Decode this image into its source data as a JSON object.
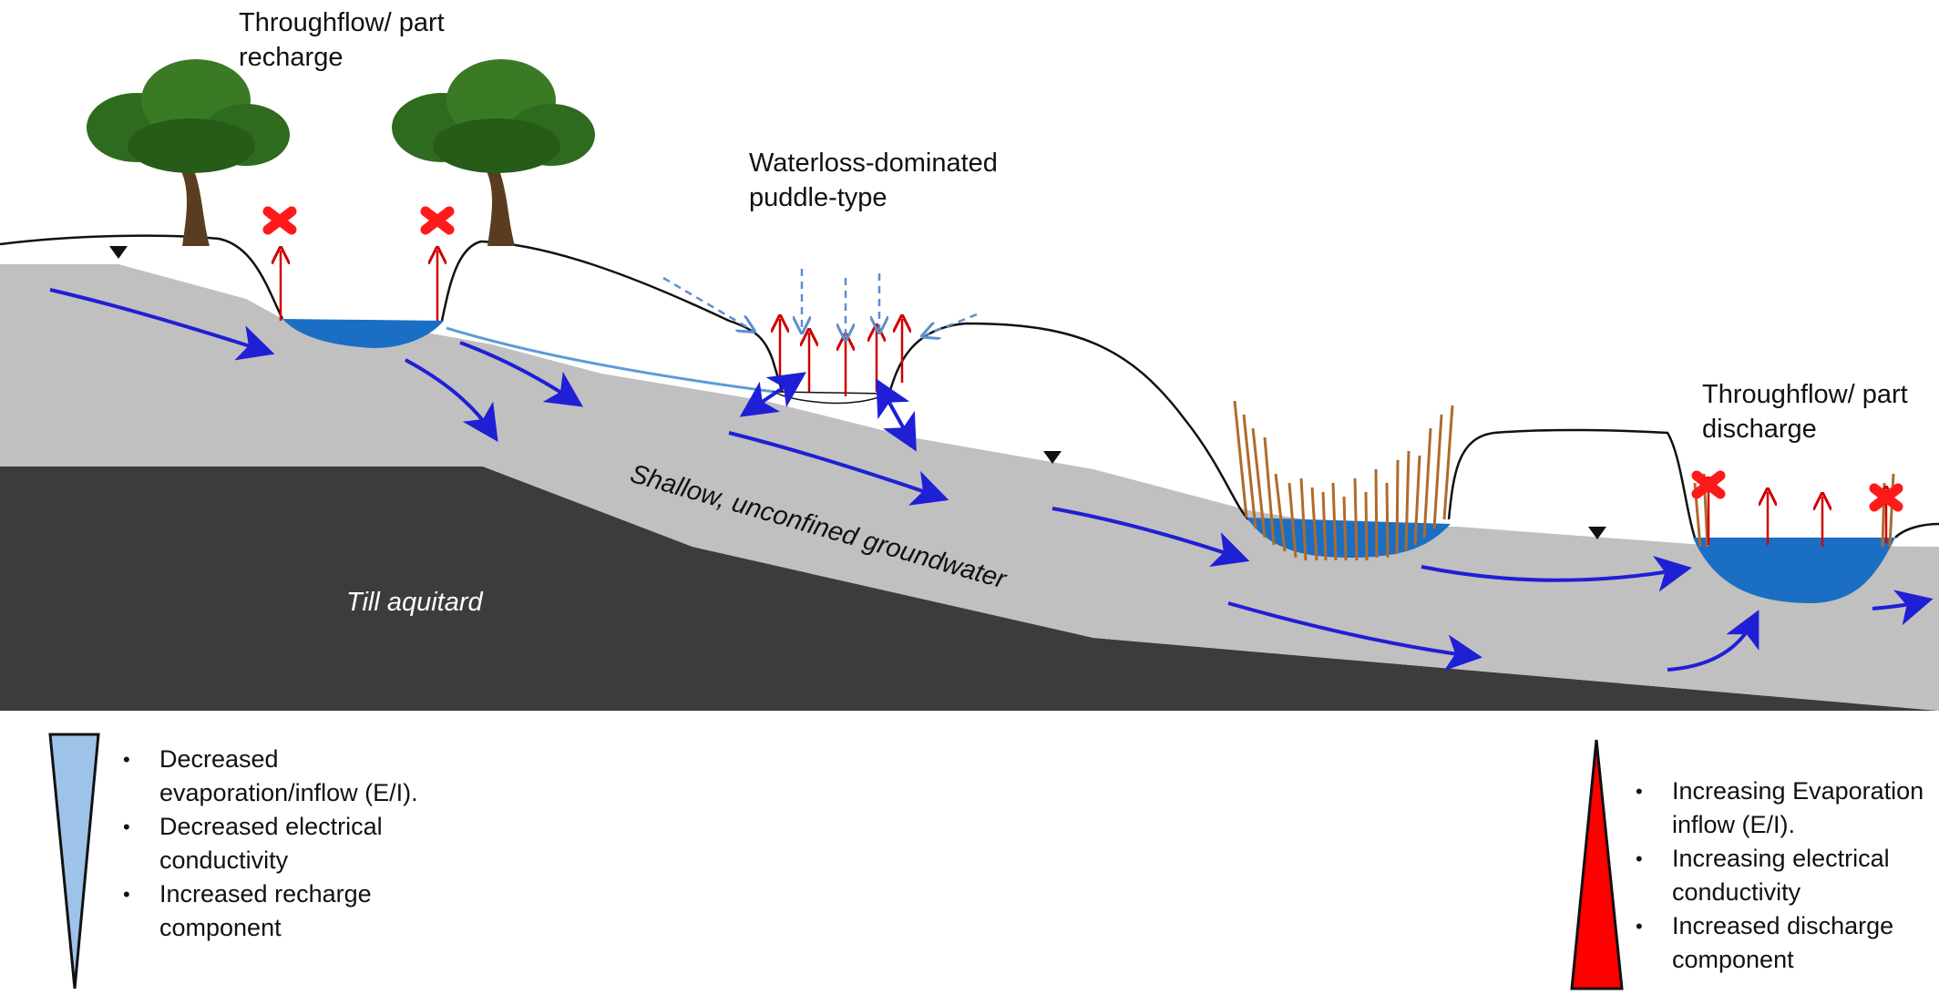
{
  "labels": {
    "throughflow_recharge": "Throughflow/ part recharge",
    "waterloss": "Waterloss-dominated puddle-type",
    "throughflow_discharge": "Throughflow/ part discharge",
    "shallow_groundwater": "Shallow, unconfined groundwater",
    "till_aquitard": "Till aquitard"
  },
  "legend_left": {
    "color": "#9ec3e8",
    "items": [
      "Decreased evaporation/inflow (E/I).",
      "Decreased electrical conductivity",
      "Increased recharge component"
    ]
  },
  "legend_right": {
    "color": "#ff0000",
    "items": [
      "Increasing Evaporation inflow (E/I).",
      "Increasing electrical conductivity",
      "Increased discharge component"
    ]
  },
  "colors": {
    "groundwater": "#c0c0c0",
    "aquitard": "#3c3c3c",
    "water": "#1a6fc4",
    "flow_arrow": "#1f1fd6",
    "evaporation_arrow": "#d00000",
    "blocked_marker": "#ff1a1a",
    "inflow_dashed": "#5a8fd0",
    "tree_foliage": "#2f6b1e",
    "tree_trunk": "#5a3d20",
    "reeds": "#b06a2a"
  },
  "icons": [
    "tree-icon",
    "water-table-marker-icon",
    "blocked-x-icon",
    "reeds-icon"
  ]
}
